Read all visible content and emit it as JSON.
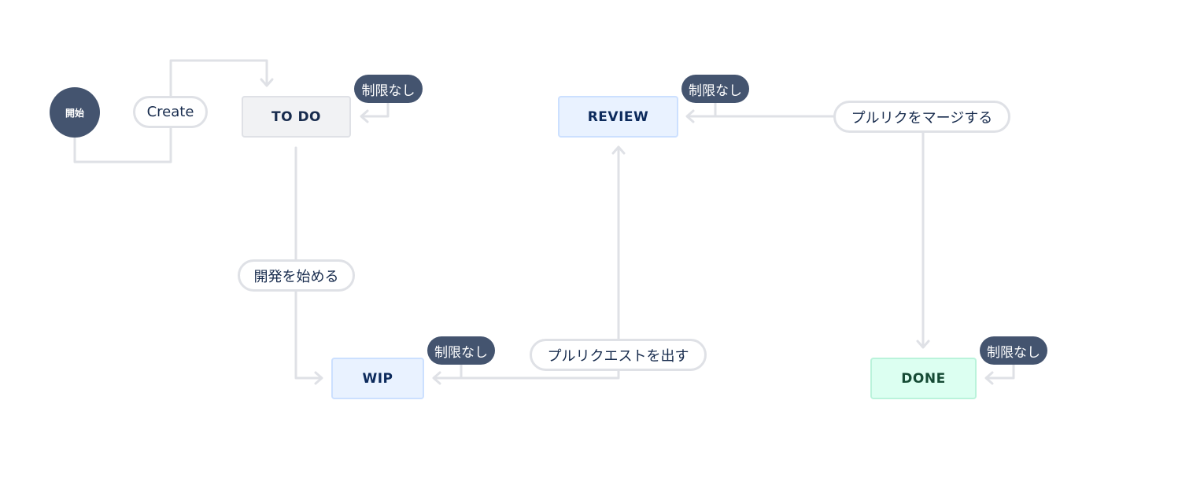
{
  "start": {
    "label": "開始"
  },
  "statuses": {
    "todo": "TO DO",
    "wip": "WIP",
    "review": "REVIEW",
    "done": "DONE"
  },
  "transitions": {
    "create": "Create",
    "start_dev": "開発を始める",
    "open_pr": "プルリクエストを出す",
    "merge_pr": "プルリクをマージする"
  },
  "restriction_badge": "制限なし",
  "colors": {
    "connector": "#dfe1e6",
    "dark_node": "#44546f",
    "todo_bg": "#f1f2f4",
    "in_progress_bg": "#e9f2ff",
    "done_bg": "#dcfff1"
  }
}
